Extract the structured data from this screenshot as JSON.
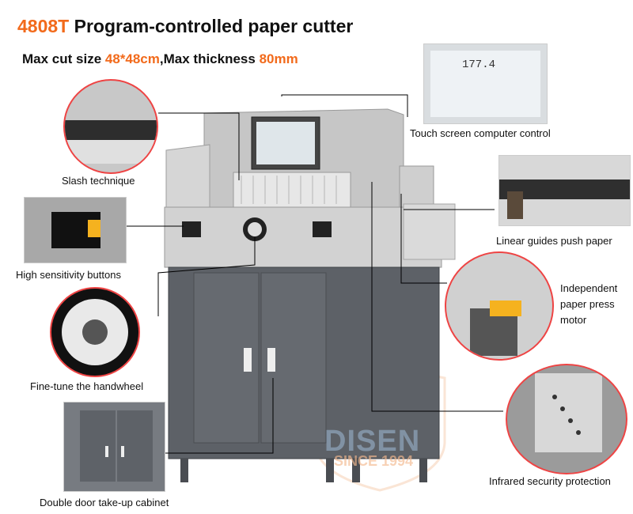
{
  "header": {
    "model": "4808T",
    "title_rest": "Program-controlled paper cutter",
    "sub_prefix": "Max cut size ",
    "sub_size": "48*48cm",
    "sub_mid": ",Max thickness ",
    "sub_thickness": "80mm"
  },
  "touchscreen": {
    "value": "177.4"
  },
  "labels": {
    "touch_screen": "Touch screen computer control",
    "slash": "Slash technique",
    "linear_guides": "Linear guides push paper",
    "buttons": "High sensitivity buttons",
    "motor": "Independent paper press motor",
    "handwheel": "Fine-tune the handwheel",
    "infrared": "Infrared security protection",
    "cabinet": "Double door take-up cabinet"
  },
  "watermark": {
    "brand": "DISEN",
    "since": "SINCE 1994"
  },
  "colors": {
    "accent": "#f26a1b",
    "machine_top": "#c9c9c9",
    "cabinet": "#5d6167"
  }
}
